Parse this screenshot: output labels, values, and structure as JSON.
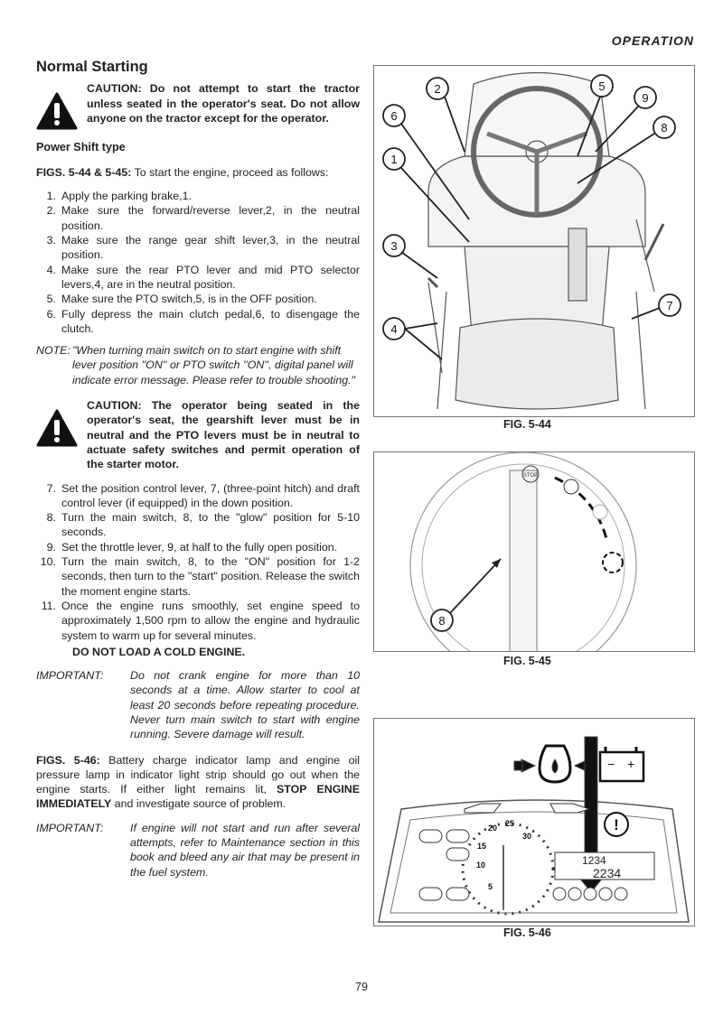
{
  "header": "OPERATION",
  "title": "Normal Starting",
  "caution1": "CAUTION: Do not attempt to start the tractor unless seated in the operator's seat. Do not allow anyone on the tractor except for the operator.",
  "subtitle": "Power Shift type",
  "intro": {
    "ref": "FIGS. 5-44 & 5-45:",
    "text": " To start the engine, proceed as follows:"
  },
  "steps_a": [
    {
      "n": "1.",
      "t": "Apply the parking brake,1."
    },
    {
      "n": "2.",
      "t": "Make sure the forward/reverse lever,2, in the neutral position."
    },
    {
      "n": "3.",
      "t": "Make sure the range gear shift lever,3, in the neutral position."
    },
    {
      "n": "4.",
      "t": "Make sure the rear PTO lever and mid PTO selector levers,4, are in the neutral position."
    },
    {
      "n": "5.",
      "t": "Make sure the PTO switch,5, is in the OFF position."
    },
    {
      "n": "6.",
      "t": "Fully depress the main clutch pedal,6, to disengage the clutch."
    }
  ],
  "note": {
    "label": "NOTE:",
    "text": "\"When turning main switch on to start engine with shift lever position ''ON'' or PTO switch ''ON'', digital panel will indicate error message. Please refer to trouble shooting.\""
  },
  "caution2": "CAUTION: The operator being seated in the operator's seat, the gearshift lever must be in neutral and the PTO levers must be in neutral to actuate safety switches and permit operation of the starter motor.",
  "steps_b": [
    {
      "n": "7.",
      "t": "Set the position control lever, 7, (three-point hitch) and draft control lever (if equipped) in the down position."
    },
    {
      "n": "8.",
      "t": "Turn the main switch, 8, to the \"glow\" position for 5-10 seconds."
    },
    {
      "n": "9.",
      "t": "Set the throttle lever, 9, at half to the fully open position."
    },
    {
      "n": "10.",
      "t": "Turn the main switch, 8, to the \"ON\" position for 1-2 seconds, then turn to the \"start\" position. Release the switch the moment engine starts."
    },
    {
      "n": "11.",
      "t": "Once the engine runs smoothly, set engine speed to approximately 1,500 rpm to allow the engine and hydraulic system to warm up for several minutes."
    }
  ],
  "cold_warning": "DO NOT LOAD A COLD ENGINE.",
  "important1": {
    "label": "IMPORTANT:",
    "text": "Do not crank engine for more than 10 seconds at a time. Allow starter to cool at least 20 seconds before repeating procedure. Never turn main switch to start with engine running. Severe damage will result."
  },
  "fig46_para": {
    "ref": "FIGS. 5-46:",
    "text1": " Battery charge indicator lamp and engine oil pressure lamp in indicator light strip should go out when the engine starts. If either light remains lit, ",
    "bold": "STOP ENGINE IMMEDIATELY",
    "text2": " and investigate source of problem."
  },
  "important2": {
    "label": "IMPORTANT:",
    "text": "If engine will not start and run after several attempts, refer to Maintenance section in this book and bleed any air that may be present in the fuel system."
  },
  "figures": {
    "fig44": {
      "label": "FIG. 5-44",
      "callouts": [
        "1",
        "2",
        "3",
        "4",
        "5",
        "6",
        "7",
        "8",
        "9"
      ]
    },
    "fig45": {
      "label": "FIG. 5-45",
      "callouts": [
        "8"
      ],
      "switch_marks": [
        "STOP"
      ]
    },
    "fig46": {
      "label": "FIG. 5-46",
      "gauge_ticks": [
        "5",
        "10",
        "15",
        "20",
        "25",
        "30"
      ],
      "display_top": "1234",
      "display_bottom": "2234",
      "lamp_warning": "!"
    }
  },
  "page_number": "79"
}
